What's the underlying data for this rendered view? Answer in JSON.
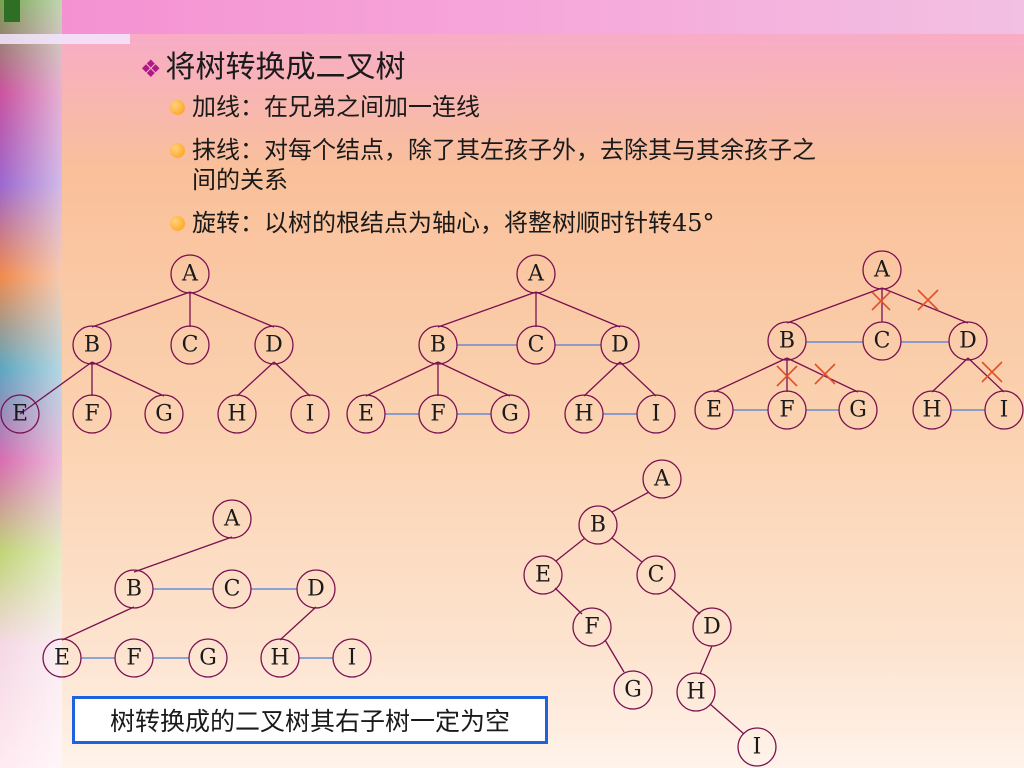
{
  "slide": {
    "title": "将树转换成二叉树",
    "title_marker": "❖",
    "bullets": [
      {
        "line1": "加线：在兄弟之间加一连线"
      },
      {
        "line1": "抹线：对每个结点，除了其左孩子外，去除其与其余孩子之",
        "line2": "间的关系"
      },
      {
        "line1": "旋转：以树的根结点为轴心，将整树顺时针转45°"
      }
    ],
    "note": "树转换成的二叉树其右子树一定为空"
  },
  "colors": {
    "edge": "#7a1050",
    "sibling_link": "#4a7fd6",
    "cross": "#e0502a",
    "note_border": "#1e62e0"
  },
  "diagrams": {
    "original_tree": {
      "nodes": [
        "A",
        "B",
        "C",
        "D",
        "E",
        "F",
        "G",
        "H",
        "I"
      ]
    },
    "with_links": {
      "nodes": [
        "A",
        "B",
        "C",
        "D",
        "E",
        "F",
        "G",
        "H",
        "I"
      ]
    },
    "with_removals": {
      "nodes": [
        "A",
        "B",
        "C",
        "D",
        "E",
        "F",
        "G",
        "H",
        "I"
      ]
    },
    "linked_tree": {
      "nodes": [
        "A",
        "B",
        "C",
        "D",
        "E",
        "F",
        "G",
        "H",
        "I"
      ]
    },
    "binary_tree": {
      "nodes": [
        "A",
        "B",
        "E",
        "C",
        "F",
        "D",
        "G",
        "H",
        "I"
      ]
    }
  }
}
